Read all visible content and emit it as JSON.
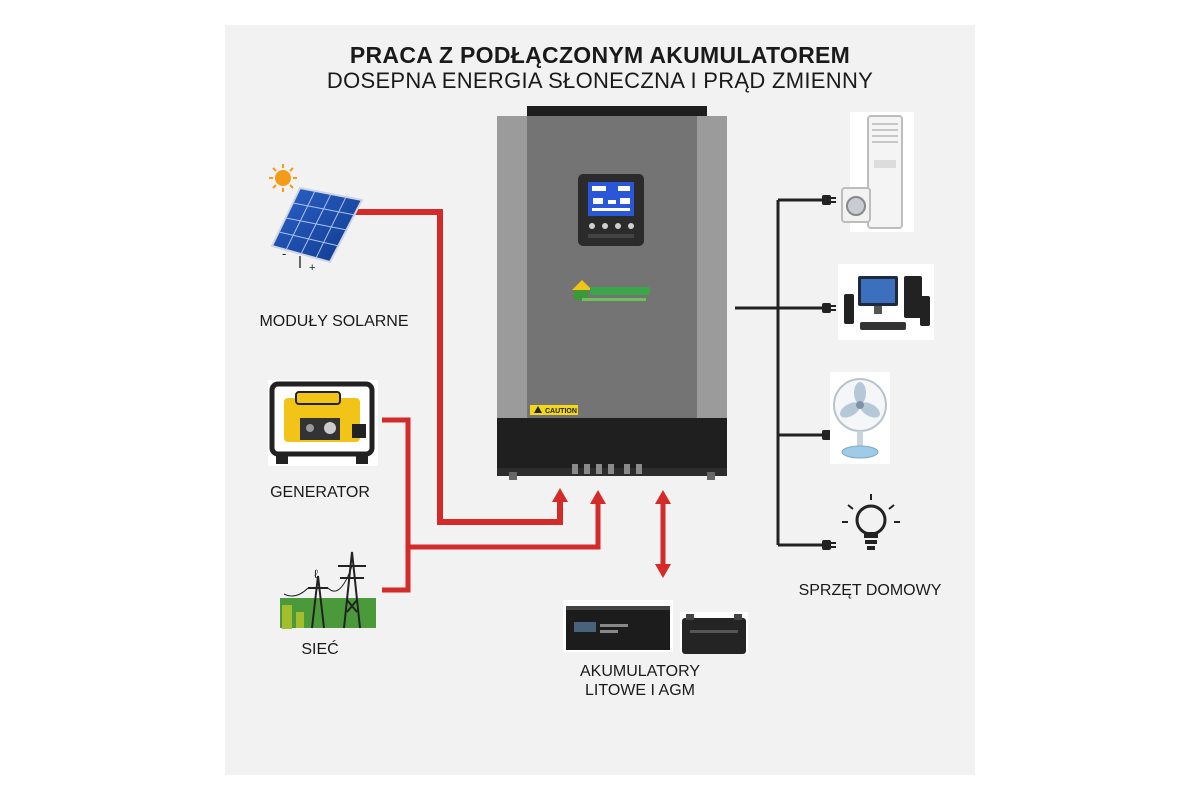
{
  "title": {
    "line1": "PRACA Z PODŁĄCZONYM AKUMULATOREM",
    "line2": "DOSEPNA ENERGIA SŁONECZNA I PRĄD ZMIENNY"
  },
  "sources": {
    "solar_label": "MODUŁY SOLARNE",
    "generator_label": "GENERATOR",
    "grid_label": "SIEĆ"
  },
  "battery": {
    "label_line1": "AKUMULATORY",
    "label_line2": "LITOWE I AGM"
  },
  "loads": {
    "label": "SPRZĘT DOMOWY"
  },
  "inverter": {
    "caution_text": "CAUTION",
    "solar_minus": "-",
    "solar_plus": "+"
  },
  "colors": {
    "ac_line": "#d42a2a",
    "load_line": "#222222",
    "inverter_body": "#7a7a7a",
    "inverter_side": "#9b9b9b",
    "inverter_base": "#1f1f1f"
  }
}
